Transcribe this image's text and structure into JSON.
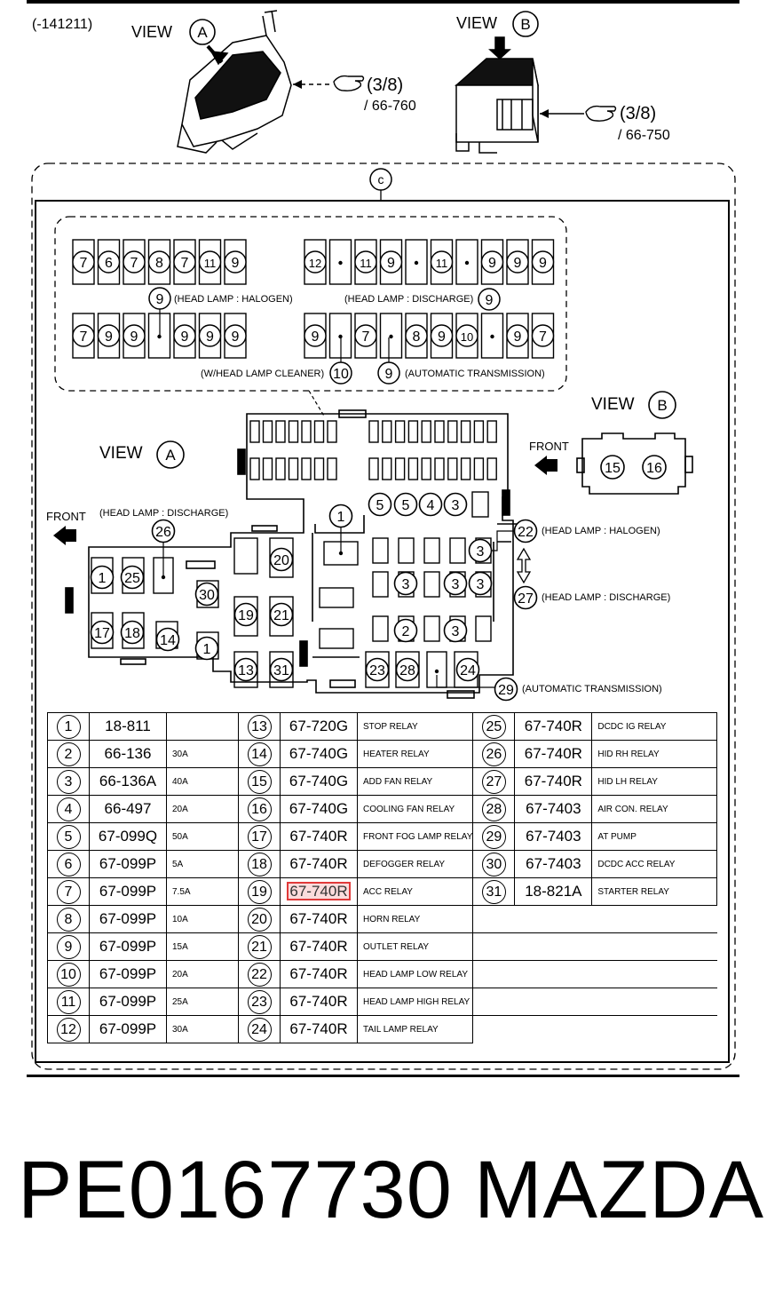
{
  "header": {
    "code": "(-141211)",
    "view_a": {
      "word": "VIEW",
      "letter": "A",
      "ref": "(3/8)",
      "ref_sub": "/ 66-760"
    },
    "view_b": {
      "word": "VIEW",
      "letter": "B",
      "ref": "(3/8)",
      "ref_sub": "/ 66-750"
    }
  },
  "detail_c": {
    "letter": "c"
  },
  "inset": {
    "halogen_label": "(HEAD LAMP : HALOGEN)",
    "discharge_label": "(HEAD LAMP : DISCHARGE)",
    "cleaner_label": "(W/HEAD LAMP CLEANER)",
    "at_label": "(AUTOMATIC TRANSMISSION)",
    "callout_halogen": "9",
    "callout_discharge": "9",
    "callout_cleaner": "10",
    "callout_at": "9",
    "left_top": [
      "7",
      "6",
      "7",
      "8",
      "7",
      "11",
      "9"
    ],
    "left_bottom": [
      "7",
      "9",
      "9",
      "",
      "9",
      "9",
      "9"
    ],
    "right_top": [
      "12",
      "",
      "11",
      "9",
      "",
      "11",
      "",
      "9",
      "9",
      "9"
    ],
    "right_bottom": [
      "9",
      "",
      "7",
      "",
      "8",
      "9",
      "10",
      "",
      "9",
      "7"
    ]
  },
  "view_a": {
    "word": "VIEW",
    "letter": "A",
    "front": "FRONT",
    "discharge_label": "(HEAD LAMP : DISCHARGE)",
    "halogen_label": "(HEAD LAMP : HALOGEN)",
    "discharge_label2": "(HEAD LAMP : DISCHARGE)",
    "at_label": "(AUTOMATIC TRANSMISSION)",
    "callouts": [
      "1",
      "5",
      "5",
      "4",
      "3",
      "3",
      "3",
      "3",
      "3",
      "2",
      "3",
      "20",
      "19",
      "21",
      "13",
      "31",
      "30",
      "1",
      "25",
      "17",
      "18",
      "14",
      "1",
      "23",
      "28",
      "24",
      "26",
      "22",
      "27",
      "29"
    ]
  },
  "view_b": {
    "word": "VIEW",
    "letter": "B",
    "front": "FRONT",
    "relays": [
      "15",
      "16"
    ]
  },
  "table": {
    "rows": [
      [
        {
          "no": "1",
          "pn": "18-811",
          "ds": ""
        },
        {
          "no": "13",
          "pn": "67-720G",
          "ds": "STOP RELAY"
        },
        {
          "no": "25",
          "pn": "67-740R",
          "ds": "DCDC IG RELAY"
        }
      ],
      [
        {
          "no": "2",
          "pn": "66-136",
          "ds": "30A"
        },
        {
          "no": "14",
          "pn": "67-740G",
          "ds": "HEATER RELAY"
        },
        {
          "no": "26",
          "pn": "67-740R",
          "ds": "HID RH RELAY"
        }
      ],
      [
        {
          "no": "3",
          "pn": "66-136A",
          "ds": "40A"
        },
        {
          "no": "15",
          "pn": "67-740G",
          "ds": "ADD FAN RELAY"
        },
        {
          "no": "27",
          "pn": "67-740R",
          "ds": "HID LH RELAY"
        }
      ],
      [
        {
          "no": "4",
          "pn": "66-497",
          "ds": "20A"
        },
        {
          "no": "16",
          "pn": "67-740G",
          "ds": "COOLING FAN RELAY"
        },
        {
          "no": "28",
          "pn": "67-7403",
          "ds": "AIR CON. RELAY"
        }
      ],
      [
        {
          "no": "5",
          "pn": "67-099Q",
          "ds": "50A"
        },
        {
          "no": "17",
          "pn": "67-740R",
          "ds": "FRONT FOG LAMP RELAY"
        },
        {
          "no": "29",
          "pn": "67-7403",
          "ds": "AT PUMP"
        }
      ],
      [
        {
          "no": "6",
          "pn": "67-099P",
          "ds": "5A"
        },
        {
          "no": "18",
          "pn": "67-740R",
          "ds": "DEFOGGER RELAY"
        },
        {
          "no": "30",
          "pn": "67-7403",
          "ds": "DCDC ACC RELAY"
        }
      ],
      [
        {
          "no": "7",
          "pn": "67-099P",
          "ds": "7.5A"
        },
        {
          "no": "19",
          "pn": "67-740R",
          "ds": "ACC RELAY"
        },
        {
          "no": "31",
          "pn": "18-821A",
          "ds": "STARTER RELAY"
        }
      ],
      [
        {
          "no": "8",
          "pn": "67-099P",
          "ds": "10A"
        },
        {
          "no": "20",
          "pn": "67-740R",
          "ds": "HORN RELAY"
        },
        null
      ],
      [
        {
          "no": "9",
          "pn": "67-099P",
          "ds": "15A"
        },
        {
          "no": "21",
          "pn": "67-740R",
          "ds": "OUTLET RELAY"
        },
        null
      ],
      [
        {
          "no": "10",
          "pn": "67-099P",
          "ds": "20A"
        },
        {
          "no": "22",
          "pn": "67-740R",
          "ds": "HEAD LAMP LOW RELAY"
        },
        null
      ],
      [
        {
          "no": "11",
          "pn": "67-099P",
          "ds": "25A"
        },
        {
          "no": "23",
          "pn": "67-740R",
          "ds": "HEAD LAMP HIGH RELAY"
        },
        null
      ],
      [
        {
          "no": "12",
          "pn": "67-099P",
          "ds": "30A"
        },
        {
          "no": "24",
          "pn": "67-740R",
          "ds": "TAIL LAMP RELAY"
        },
        null
      ]
    ]
  },
  "highlight": {
    "row": 6,
    "col": 1,
    "color": "#e03a3a"
  },
  "footer": {
    "part_number": "PE0167730",
    "brand": "MAZDA"
  }
}
